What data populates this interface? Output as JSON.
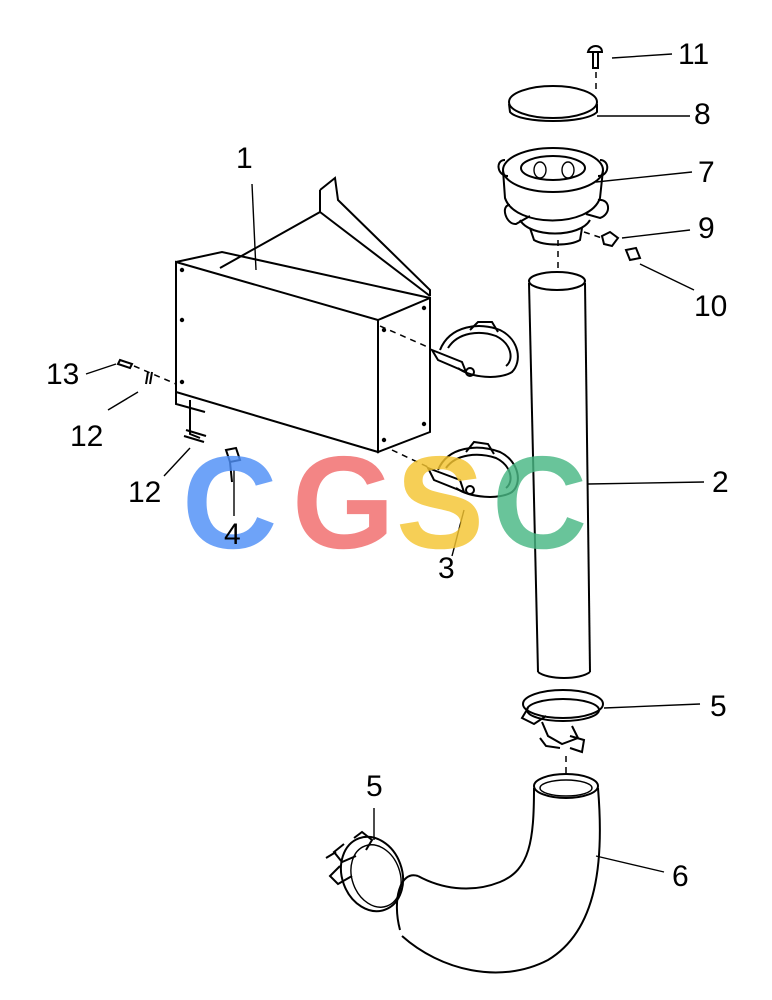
{
  "callouts": [
    {
      "id": "1",
      "text": "1"
    },
    {
      "id": "2",
      "text": "2"
    },
    {
      "id": "3",
      "text": "3"
    },
    {
      "id": "4",
      "text": "4"
    },
    {
      "id": "5a",
      "text": "5"
    },
    {
      "id": "5b",
      "text": "5"
    },
    {
      "id": "6",
      "text": "6"
    },
    {
      "id": "7",
      "text": "7"
    },
    {
      "id": "8",
      "text": "8"
    },
    {
      "id": "9",
      "text": "9"
    },
    {
      "id": "10",
      "text": "10"
    },
    {
      "id": "11",
      "text": "11"
    },
    {
      "id": "12a",
      "text": "12"
    },
    {
      "id": "12b",
      "text": "12"
    },
    {
      "id": "13",
      "text": "13"
    }
  ],
  "watermark": {
    "letters": [
      "C",
      "G",
      "S",
      "C"
    ],
    "colors": [
      "#4f8ff7",
      "#f16b6b",
      "#f5c531",
      "#49b884"
    ]
  }
}
